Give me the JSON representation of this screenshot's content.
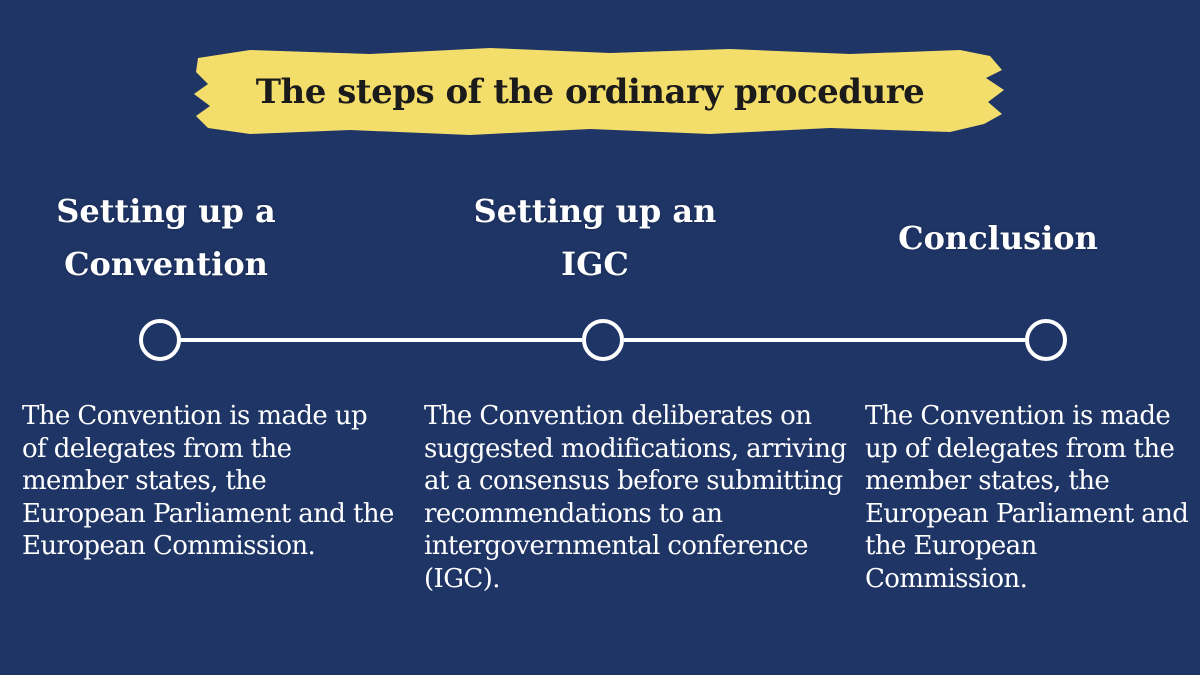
{
  "title": "The steps of the ordinary procedure",
  "colors": {
    "background": "#1f3566",
    "highlight": "#f4de6b",
    "text": "#ffffff",
    "title_text": "#1b1b1b"
  },
  "steps": [
    {
      "title": "Setting up a Convention",
      "description": "The Convention is made up of delegates from the member states, the European Parliament and the European Commission."
    },
    {
      "title": "Setting up an IGC",
      "description": "The Convention deliberates on suggested modifications, arriving at a consensus before submitting recommendations to an intergovernmental conference (IGC)."
    },
    {
      "title": "Conclusion",
      "description": "The Convention is made up of delegates from the member states, the European Parliament and the European Commission."
    }
  ]
}
